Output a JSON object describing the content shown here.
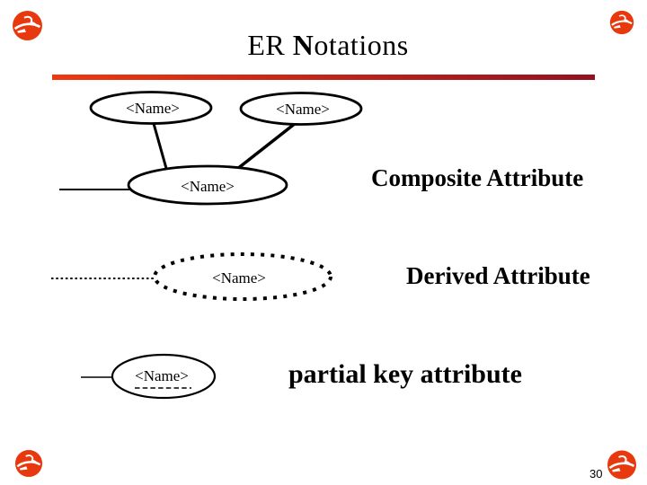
{
  "slide": {
    "page_number": "30",
    "background_color": "#ffffff"
  },
  "title": {
    "part1": "ER ",
    "part2_bold": "N",
    "part3": "otations",
    "color": "#000000"
  },
  "divider": {
    "gradient_start": "#ee3910",
    "gradient_end": "#941122"
  },
  "logo": {
    "icon": "crest-icon",
    "color": "#e8380d"
  },
  "diagram": {
    "name_placeholder": "<Name>",
    "stroke_color": "#000000",
    "captions": {
      "composite": "Composite Attribute",
      "derived": "Derived Attribute",
      "partial_key": "partial key attribute"
    }
  }
}
